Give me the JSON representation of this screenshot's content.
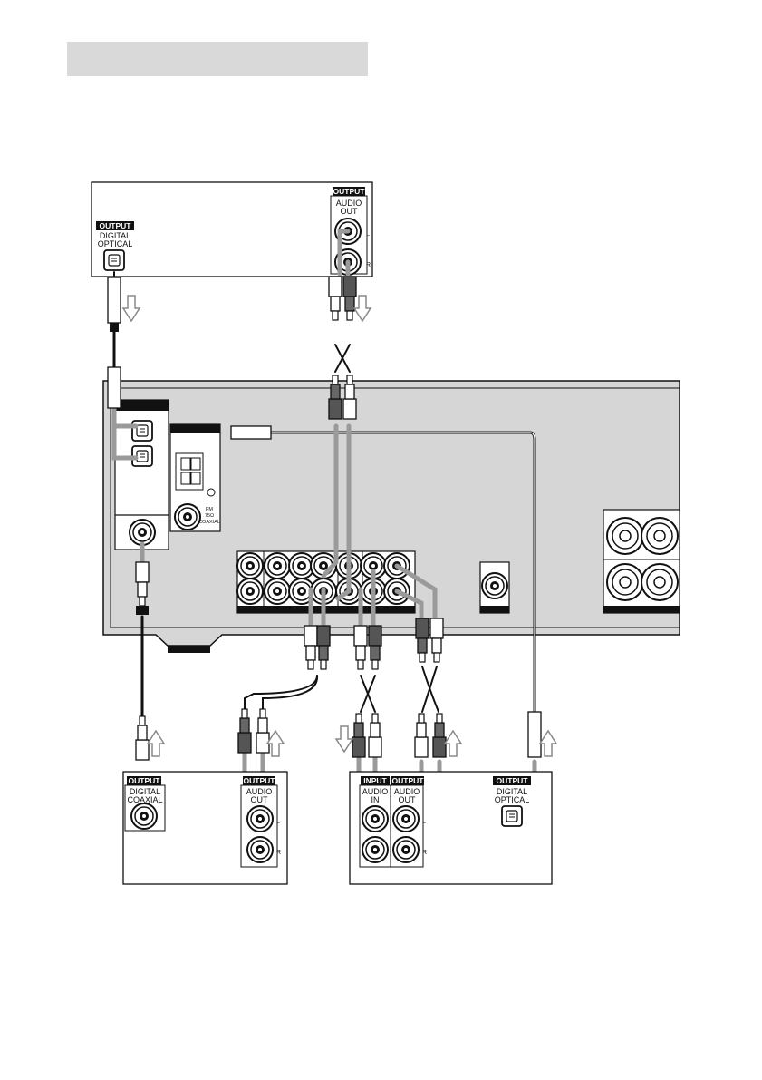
{
  "heading_bar": {
    "color": "#d9d9d9"
  },
  "colors": {
    "cable": "#9a9a9a",
    "panel": "#d6d6d6",
    "line": "#111111",
    "label_bg": "#111111"
  },
  "top_device": {
    "optical": {
      "header": "OUTPUT",
      "line1": "DIGITAL",
      "line2": "OPTICAL"
    },
    "audio": {
      "header": "OUTPUT",
      "line1": "AUDIO",
      "line2": "OUT",
      "l": "L",
      "r": "R"
    }
  },
  "receiver": {
    "antenna": {
      "line1": "FM",
      "line2": "75Ω",
      "line3": "COAXIAL"
    }
  },
  "bottom_left_device": {
    "coaxial": {
      "header": "OUTPUT",
      "line1": "DIGITAL",
      "line2": "COAXIAL"
    },
    "audio": {
      "header": "OUTPUT",
      "line1": "AUDIO",
      "line2": "OUT",
      "l": "L",
      "r": "R"
    }
  },
  "bottom_right_device": {
    "input": {
      "header": "INPUT",
      "line1": "AUDIO",
      "line2": "IN"
    },
    "output": {
      "header": "OUTPUT",
      "line1": "AUDIO",
      "line2": "OUT",
      "l": "L",
      "r": "R"
    },
    "optical": {
      "header": "OUTPUT",
      "line1": "DIGITAL",
      "line2": "OPTICAL"
    }
  }
}
